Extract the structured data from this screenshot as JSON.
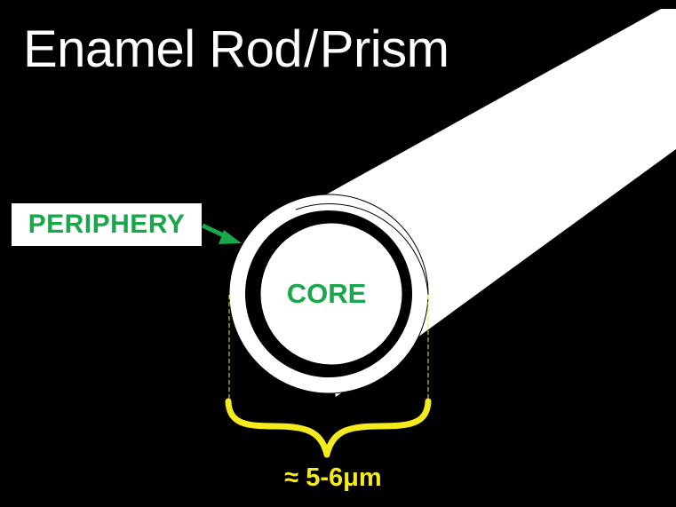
{
  "title": {
    "part1": "Enamel Rod",
    "separator": "/",
    "part2": "Prism"
  },
  "labels": {
    "periphery": "PERIPHERY",
    "core": "CORE",
    "size": "≈ 5-6μm"
  },
  "colors": {
    "background": "#000000",
    "rod": "#ffffff",
    "label_green": "#1aa64a",
    "dimension_yellow": "#f4ea1c"
  }
}
